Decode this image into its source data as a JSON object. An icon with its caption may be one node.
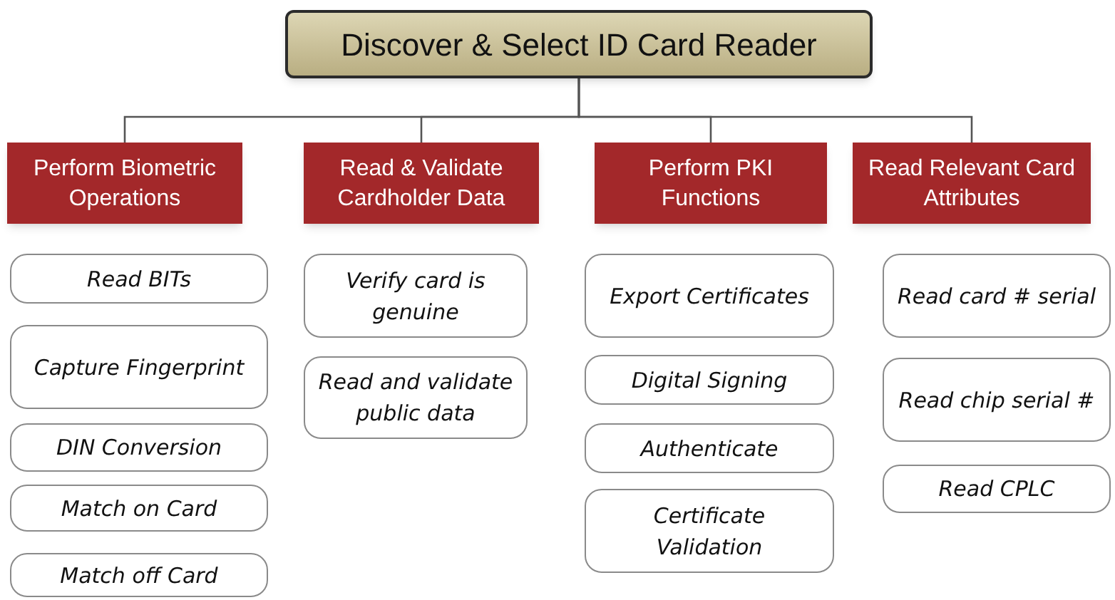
{
  "diagram": {
    "nodes": [
      {
        "text": [
          "Discover & Select ID Card Reader"
        ]
      },
      {
        "text": [
          "Perform Biometric Operations"
        ]
      },
      {
        "text": [
          "Read & Validate Cardholder Data"
        ]
      },
      {
        "text": [
          "Perform PKI Functions"
        ]
      },
      {
        "text": [
          "Read Relevant Card Attributes"
        ]
      },
      {
        "text": [
          "Read BITs"
        ]
      },
      {
        "text": [
          "Capture Fingerprint"
        ]
      },
      {
        "text": [
          "DIN  Conversion"
        ]
      },
      {
        "text": [
          "Match on Card"
        ]
      },
      {
        "text": [
          "Match off Card"
        ]
      },
      {
        "text": [
          "Verify card is genuine"
        ]
      },
      {
        "text": [
          "Read and validate public data"
        ]
      },
      {
        "text": [
          "Export Certificates"
        ]
      },
      {
        "text": [
          "Digital Signing"
        ]
      },
      {
        "text": [
          "Authenticate"
        ]
      },
      {
        "text": [
          "Certificate Validation"
        ]
      },
      {
        "text": [
          "Read card # serial"
        ]
      },
      {
        "text": [
          "Read chip serial #"
        ]
      },
      {
        "text": [
          "Read CPLC"
        ]
      }
    ],
    "edges": [
      {
        "from": 0,
        "to": 1,
        "arrow": "none"
      },
      {
        "from": 0,
        "to": 2,
        "arrow": "none"
      },
      {
        "from": 0,
        "to": 3,
        "arrow": "none"
      },
      {
        "from": 0,
        "to": 4,
        "arrow": "none"
      }
    ]
  }
}
